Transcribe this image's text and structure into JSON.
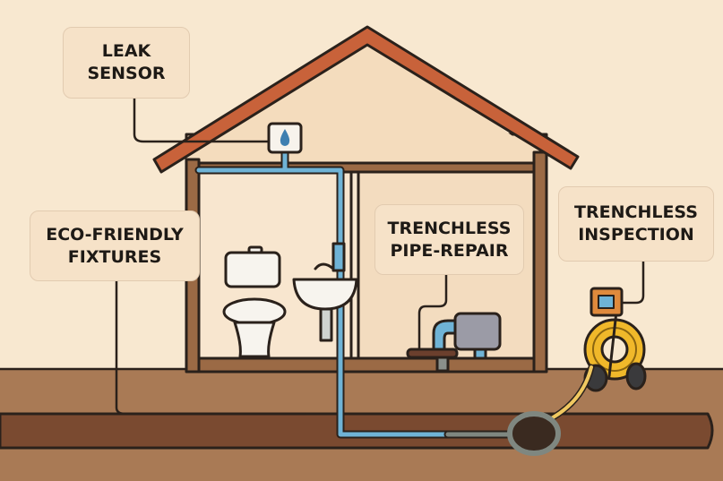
{
  "labels": {
    "leak_sensor": [
      "LEAK",
      "SENSOR"
    ],
    "eco_fixtures": [
      "ECO-FRIENDLY",
      "FIXTURES"
    ],
    "pipe_repair": [
      "TRENCHLESS",
      "PIPE-REPAIR"
    ],
    "inspection": [
      "TRENCHLESS",
      "INSPECTION"
    ]
  },
  "colors": {
    "background": "#f8e8d0",
    "roof": "#c8623a",
    "wall": "#9b6a45",
    "ground": "#a97a55",
    "trench": "#7a4a30",
    "water_pipe": "#6fb3d6",
    "cable": "#f0b82a"
  }
}
